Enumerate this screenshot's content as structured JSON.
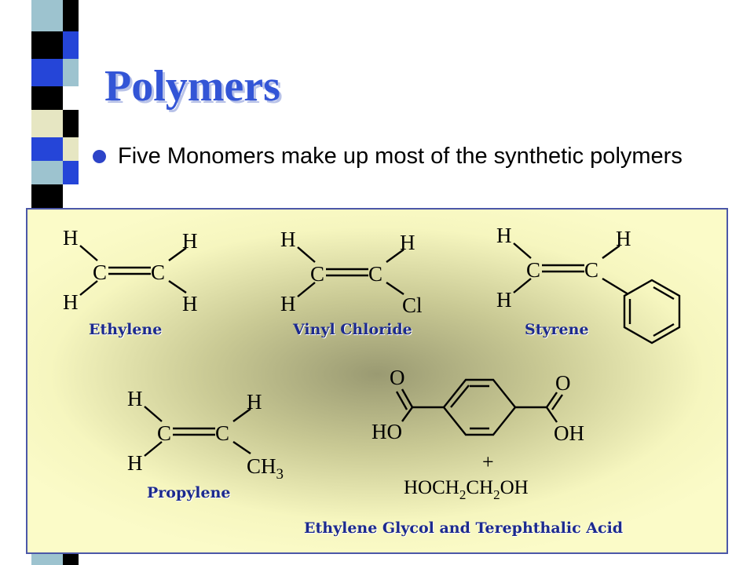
{
  "slide": {
    "title": "Polymers",
    "bullet": "Five Monomers make up most of the synthetic polymers",
    "colors": {
      "title": "#3355d6",
      "bullet": "#2d44c8",
      "caption": "#1c2a8e",
      "panel_border": "#4b57a8"
    }
  },
  "monomers": [
    {
      "name": "Ethylene",
      "atoms": [
        "H",
        "H",
        "C",
        "C",
        "H",
        "H"
      ]
    },
    {
      "name": "Vinyl Chloride",
      "atoms": [
        "H",
        "H",
        "C",
        "C",
        "H",
        "Cl"
      ]
    },
    {
      "name": "Styrene",
      "atoms": [
        "H",
        "H",
        "C",
        "C",
        "H"
      ]
    },
    {
      "name": "Propylene",
      "atoms": [
        "H",
        "H",
        "C",
        "C",
        "H",
        "CH",
        "3"
      ]
    },
    {
      "name": "Ethylene Glycol and Terephthalic Acid",
      "atoms": [
        "O",
        "HO",
        "O",
        "OH"
      ],
      "plus": "+",
      "glycol": [
        "HOCH",
        "2",
        "CH",
        "2",
        "OH"
      ]
    }
  ]
}
